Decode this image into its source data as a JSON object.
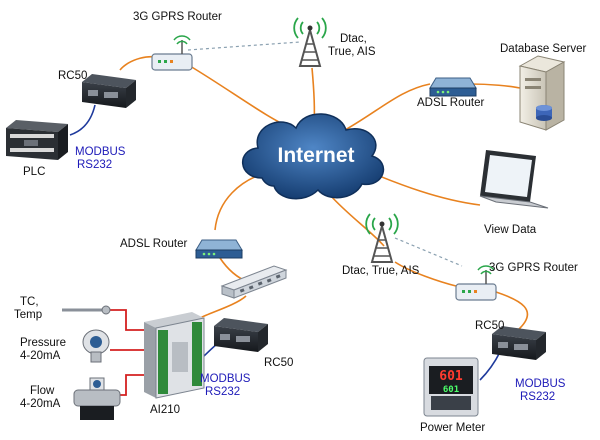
{
  "labels": {
    "gprs_top": "3G GPRS Router",
    "dtac_top": "Dtac,",
    "dtac_top_2": "True, AIS",
    "database_server": "Database Server",
    "rc50_top": "RC50",
    "adsl_right": "ADSL Router",
    "internet": "Internet",
    "modbus_top": "MODBUS",
    "rs232_top": "RS232",
    "plc": "PLC",
    "view_data": "View Data",
    "adsl_left": "ADSL Router",
    "dtac_bottom": "Dtac, True, AIS",
    "gprs_bottom": "3G GPRS Router",
    "tc": "TC,",
    "temp": "Temp",
    "rc50_bottom_right": "RC50",
    "pressure": "Pressure",
    "pressure_range": "4-20mA",
    "rc50_middle": "RC50",
    "modbus_middle": "MODBUS",
    "rs232_middle": "RS232",
    "flow": "Flow",
    "flow_range": "4-20mA",
    "ai210": "AI210",
    "modbus_bottom": "MODBUS",
    "rs232_bottom": "RS232",
    "power_meter": "Power Meter",
    "meter_reading_top": "601",
    "meter_reading_bottom": "601"
  },
  "colors": {
    "cable": "#e8821f",
    "serial": "#1e3a9c",
    "sensor_wire": "#d42020",
    "wireless": "#8aa0b0",
    "cloud": "#1f4e86",
    "signal": "#2aa64a",
    "label_blue": "#1d1ab8"
  },
  "icons": [
    "router-icon",
    "cell-tower-icon",
    "database-server-icon",
    "rc50-modem-icon",
    "adsl-router-icon",
    "cloud-icon",
    "plc-icon",
    "laptop-icon",
    "network-switch-icon",
    "ai210-module-icon",
    "temperature-probe-icon",
    "pressure-transmitter-icon",
    "flow-meter-icon",
    "power-meter-icon"
  ]
}
